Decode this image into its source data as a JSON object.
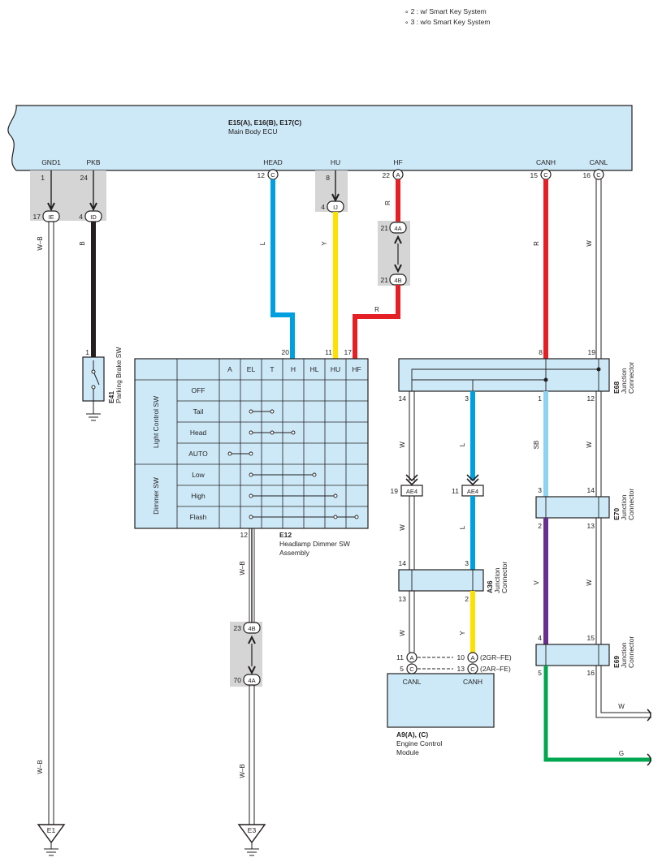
{
  "notes": [
    "∘ 2 : w/ Smart Key System",
    "∘ 3 : w/o Smart Key System"
  ],
  "ecu": {
    "code": "E15(A), E16(B), E17(C)",
    "name": "Main Body ECU",
    "terminals": [
      "GND1",
      "PKB",
      "HEAD",
      "HU",
      "HF",
      "CANH",
      "CANL"
    ]
  },
  "pins": {
    "gnd1_top": "1",
    "pkb_top": "24",
    "gnd1_ie": "17",
    "pkb_id": "4",
    "head": "12",
    "hu_top": "8",
    "hu_ij": "4",
    "hf": "22",
    "hf_4a": "21",
    "hf_4b": "21",
    "canh": "15",
    "canl": "16",
    "e12_h": "20",
    "e12_hu": "11",
    "e12_hf": "17",
    "e12_out": "12",
    "e41": "1",
    "e12_4b": "23",
    "e12_4a": "70",
    "e68_8": "8",
    "e68_19": "19",
    "e68_14": "14",
    "e68_3": "3",
    "e68_1": "1",
    "e68_12": "12",
    "ae4_19": "19",
    "ae4_11": "11",
    "e70_3": "3",
    "e70_14": "14",
    "e70_2": "2",
    "e70_13": "13",
    "a36_14": "14",
    "a36_3": "3",
    "a36_13": "13",
    "a36_2": "2",
    "e69_4": "4",
    "e69_15": "15",
    "e69_5": "5",
    "e69_16": "16",
    "a9_11": "11",
    "a9_10": "10",
    "a9_5": "5",
    "a9_13": "13"
  },
  "conn_labels": {
    "c": "C",
    "a": "A",
    "ie": "IE",
    "id": "ID",
    "ij": "IJ",
    "4a": "4A",
    "4b": "4B",
    "ae4": "AE4"
  },
  "wire_colors": {
    "gnd": "W–B",
    "pkb": "B",
    "head": "L",
    "hu": "Y",
    "hf_top": "R",
    "hf_bottom": "R",
    "canh": "R",
    "canl": "W",
    "e68_14": "W",
    "e68_3": "L",
    "e68_1": "SB",
    "e68_12": "W",
    "ae4_19": "W",
    "ae4_11": "L",
    "e70_13": "W",
    "e70_2": "V",
    "a36_13": "W",
    "a36_2": "Y",
    "e69_g": "G",
    "e69_w": "W",
    "e12_gnd1": "W–B",
    "e12_gnd2": "W–B",
    "e1_gnd": "W–B"
  },
  "colors": {
    "blue_wire": "#00a0e0",
    "yellow_wire": "#ffe100",
    "red_wire": "#e51f26",
    "black_wire": "#231f20",
    "light_blue_wire": "#8dd3f4",
    "violet_wire": "#6a2f8e",
    "green_wire": "#00a650",
    "panel_fill": "#cde9f7",
    "shade": "#d5d5d5"
  },
  "switch_table": {
    "headers": [
      "A",
      "EL",
      "T",
      "H",
      "HL",
      "HU",
      "HF"
    ],
    "group1": "Light Control SW",
    "group2": "Dimmer SW",
    "rows": [
      "OFF",
      "Tail",
      "Head",
      "AUTO",
      "Low",
      "High",
      "Flash"
    ]
  },
  "components": {
    "e12_code": "E12",
    "e12_name1": "Headlamp Dimmer SW",
    "e12_name2": "Assembly",
    "e41_code": "E41",
    "e41_name": "Parking Brake SW",
    "e68_code": "E68",
    "e68_name1": "Junction",
    "e68_name2": "Connector",
    "e70_code": "E70",
    "e70_name1": "Junction",
    "e70_name2": "Connector",
    "a36_code": "A36",
    "a36_name1": "Junction",
    "a36_name2": "Connector",
    "e69_code": "E69",
    "e69_name1": "Junction",
    "e69_name2": "Connector",
    "a9_code": "A9(A), (C)",
    "a9_name1": "Engine Control",
    "a9_name2": "Module",
    "a9_canl": "CANL",
    "a9_canh": "CANH",
    "variant1": "(2GR–FE)",
    "variant2": "(2AR–FE)"
  },
  "grounds": [
    "E1",
    "E3"
  ]
}
